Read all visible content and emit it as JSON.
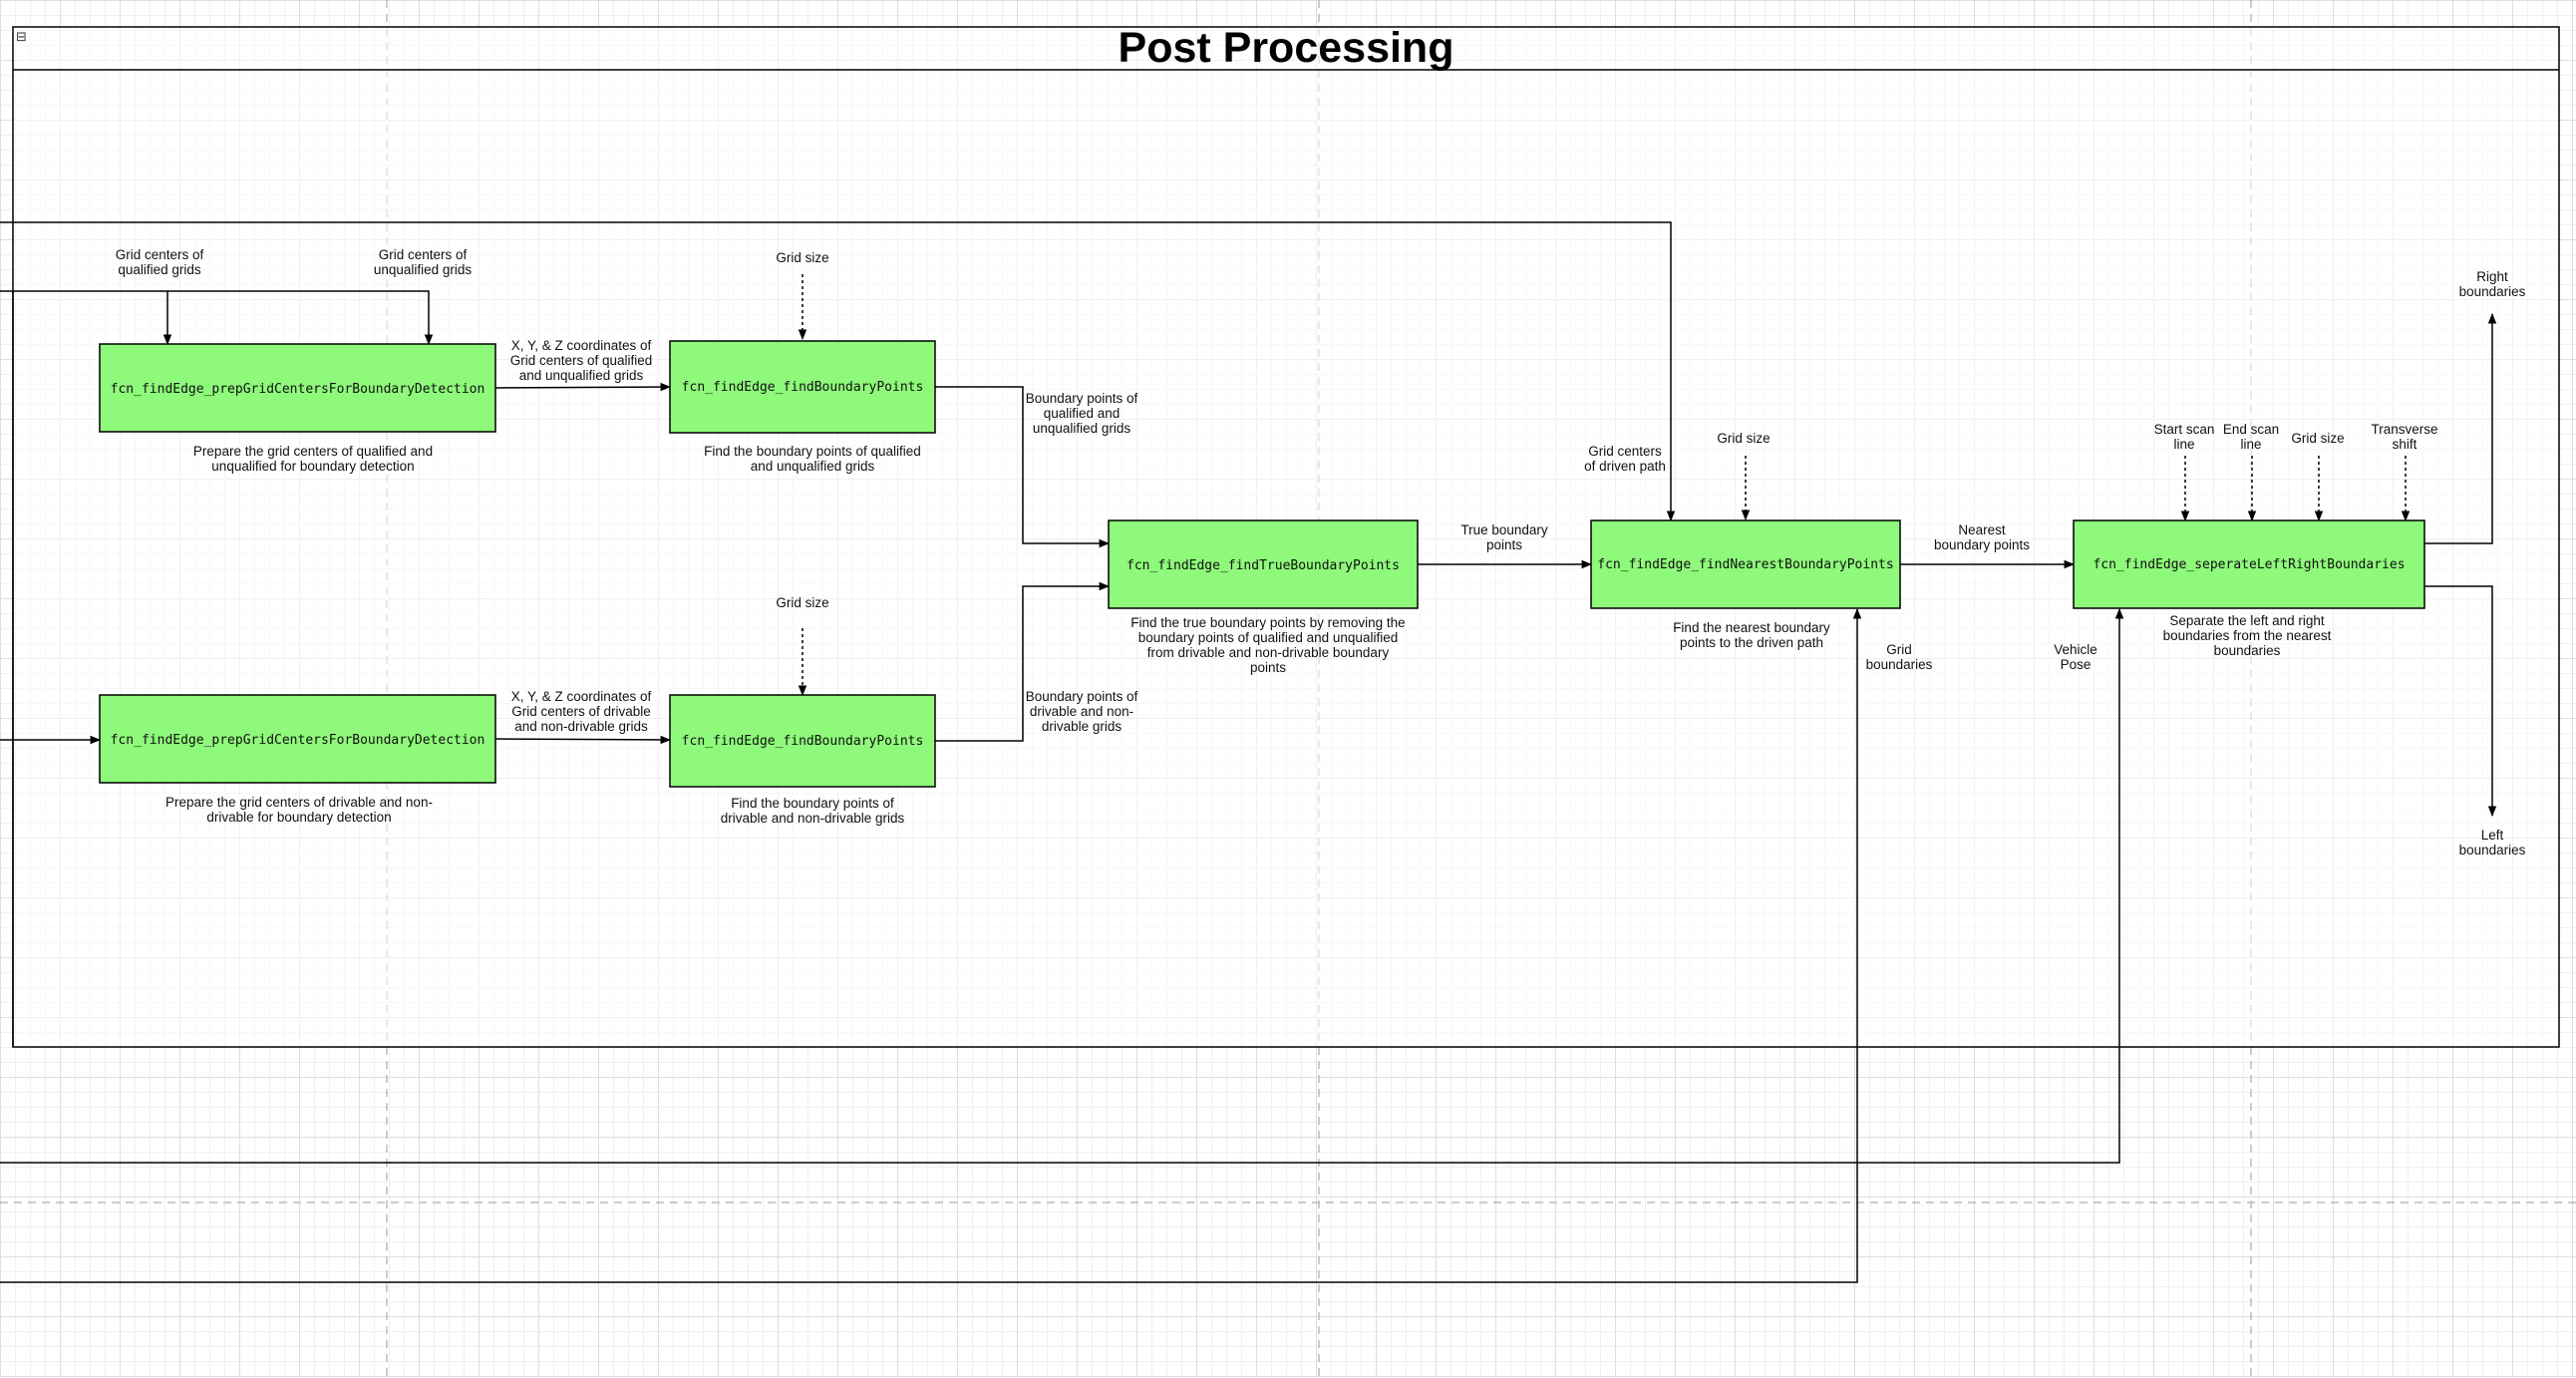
{
  "canvas": {
    "grid_color": "#dedede",
    "guide_color": "#bbbbbb",
    "line_color": "#000000"
  },
  "container": {
    "title": "Post Processing",
    "collapse_glyph": "⊟",
    "fill": "#ffffff"
  },
  "blocks": [
    {
      "id": "prep_qualified",
      "label": "fcn_findEdge_prepGridCentersForBoundaryDetection",
      "fill": "#8ef97a"
    },
    {
      "id": "boundary_qualified",
      "label": "fcn_findEdge_findBoundaryPoints",
      "fill": "#8ef97a"
    },
    {
      "id": "prep_drivable",
      "label": "fcn_findEdge_prepGridCentersForBoundaryDetection",
      "fill": "#8ef97a"
    },
    {
      "id": "boundary_drivable",
      "label": "fcn_findEdge_findBoundaryPoints",
      "fill": "#8ef97a"
    },
    {
      "id": "true_boundary",
      "label": "fcn_findEdge_findTrueBoundaryPoints",
      "fill": "#8ef97a"
    },
    {
      "id": "nearest_boundary",
      "label": "fcn_findEdge_findNearestBoundaryPoints",
      "fill": "#8ef97a"
    },
    {
      "id": "separate_boundaries",
      "label": "fcn_findEdge_seperateLeftRightBoundaries",
      "fill": "#8ef97a"
    }
  ],
  "notes": [
    {
      "id": "in_qualified",
      "lines": [
        "Grid centers of",
        "qualified grids"
      ]
    },
    {
      "id": "in_unqualified",
      "lines": [
        "Grid centers of",
        "unqualified grids"
      ]
    },
    {
      "id": "xyz_qualified",
      "lines": [
        "X, Y, & Z coordinates of",
        "Grid centers of qualified",
        "and unqualified grids"
      ]
    },
    {
      "id": "gridsize_top",
      "lines": [
        "Grid size"
      ]
    },
    {
      "id": "desc_prep_qualified",
      "lines": [
        "Prepare the grid centers of qualified and",
        "unqualified for boundary detection"
      ]
    },
    {
      "id": "desc_boundary_qualified",
      "lines": [
        "Find the boundary points of qualified",
        "and unqualified grids"
      ]
    },
    {
      "id": "bp_qualified",
      "lines": [
        "Boundary points of",
        "qualified and",
        "unqualified grids"
      ]
    },
    {
      "id": "gridsize_mid",
      "lines": [
        "Grid size"
      ]
    },
    {
      "id": "xyz_drivable",
      "lines": [
        "X, Y, & Z coordinates of",
        "Grid centers of drivable",
        "and non-drivable grids"
      ]
    },
    {
      "id": "desc_prep_drivable",
      "lines": [
        "Prepare the grid centers of drivable and non-",
        "drivable for boundary detection"
      ]
    },
    {
      "id": "desc_boundary_drivable",
      "lines": [
        "Find the boundary points of",
        "drivable and non-drivable grids"
      ]
    },
    {
      "id": "bp_drivable",
      "lines": [
        "Boundary points of",
        "drivable and non-",
        "drivable grids"
      ]
    },
    {
      "id": "desc_true",
      "lines": [
        "Find the true boundary points by removing the",
        "boundary points of qualified and unqualified",
        "from drivable and non-drivable boundary",
        "points"
      ]
    },
    {
      "id": "true_bp",
      "lines": [
        "True boundary",
        "points"
      ]
    },
    {
      "id": "driven_path",
      "lines": [
        "Grid centers",
        "of driven path"
      ]
    },
    {
      "id": "gridsize_nearest",
      "lines": [
        "Grid size"
      ]
    },
    {
      "id": "desc_nearest",
      "lines": [
        "Find the nearest boundary",
        "points to the driven path"
      ]
    },
    {
      "id": "grid_boundaries",
      "lines": [
        "Grid",
        "boundaries"
      ]
    },
    {
      "id": "nearest_bp",
      "lines": [
        "Nearest",
        "boundary points"
      ]
    },
    {
      "id": "vehicle_pose",
      "lines": [
        "Vehicle",
        "Pose"
      ]
    },
    {
      "id": "start_scan",
      "lines": [
        "Start scan",
        "line"
      ]
    },
    {
      "id": "end_scan",
      "lines": [
        "End scan",
        "line"
      ]
    },
    {
      "id": "gridsize_sep",
      "lines": [
        "Grid size"
      ]
    },
    {
      "id": "transverse",
      "lines": [
        "Transverse",
        "shift"
      ]
    },
    {
      "id": "desc_separate",
      "lines": [
        "Separate the left and right",
        "boundaries from the nearest",
        "boundaries"
      ]
    },
    {
      "id": "right_bound",
      "lines": [
        "Right",
        "boundaries"
      ]
    },
    {
      "id": "left_bound",
      "lines": [
        "Left",
        "boundaries"
      ]
    }
  ]
}
